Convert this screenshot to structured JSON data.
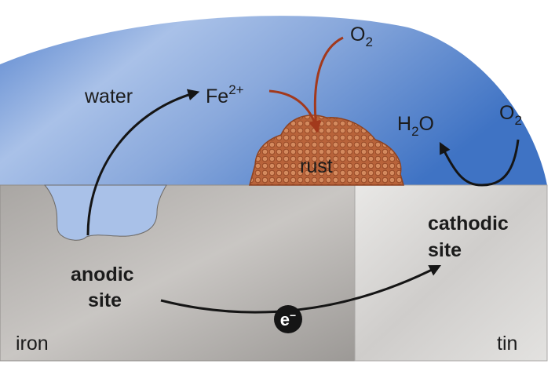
{
  "diagram": {
    "labels": {
      "water": "water",
      "iron": "iron",
      "tin": "tin",
      "rust": "rust",
      "anodic_line1": "anodic",
      "anodic_line2": "site",
      "cathodic_line1": "cathodic",
      "cathodic_line2": "site",
      "electron_base": "e",
      "electron_sup": "−",
      "ferrous_base": "Fe",
      "ferrous_sup": "2+",
      "oxygen_top_base": "O",
      "oxygen_top_sub": "2",
      "oxygen_right_base": "O",
      "oxygen_right_sub": "2",
      "water_product_base": "H",
      "water_product_sub": "2",
      "water_product_tail": "O"
    },
    "colors": {
      "water": "#8aa9dc",
      "water_deep": "#3f73c4",
      "iron": "#b4b1ae",
      "tin": "#d9d8d6",
      "rust": "#b8633a",
      "rust_arrow": "#a2391c",
      "arrow": "#151515"
    }
  }
}
